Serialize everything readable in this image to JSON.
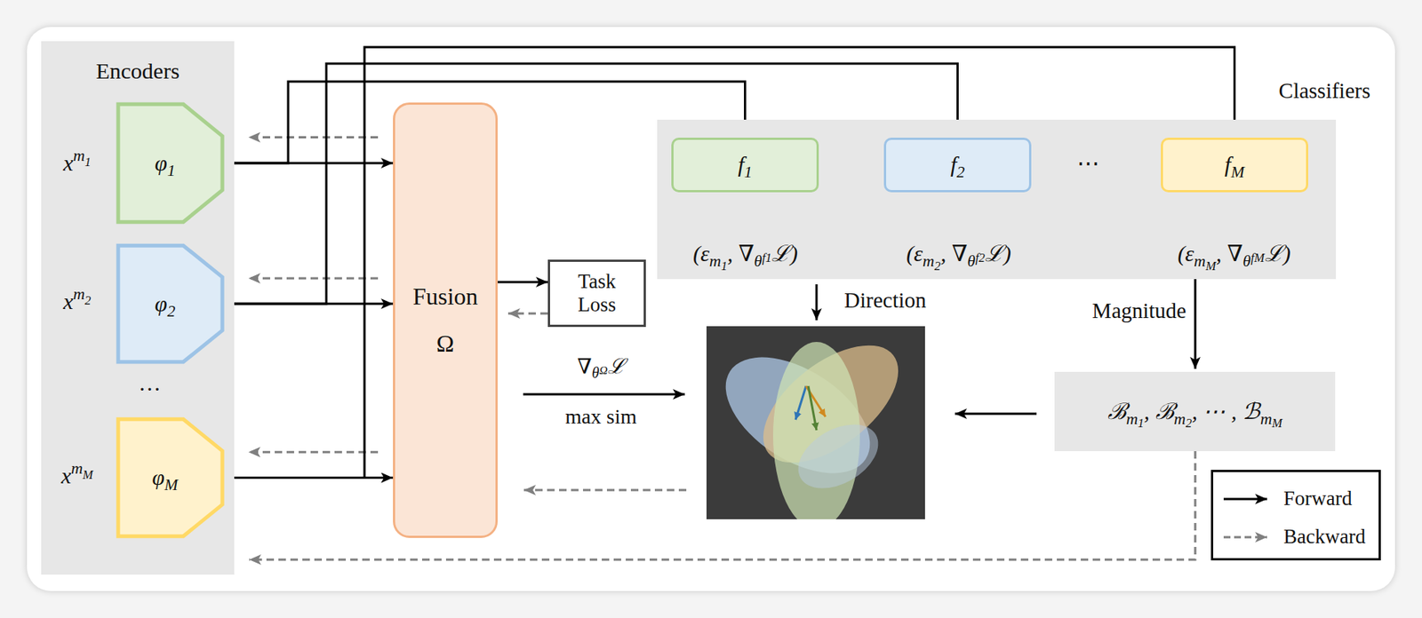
{
  "diagram": {
    "nodes": [
      {
        "text": [
          "Encoders"
        ]
      },
      {
        "text": [
          "φ1"
        ],
        "in": 0
      },
      {
        "text": [
          "φ2"
        ],
        "in": 0
      },
      {
        "text": [
          "φM"
        ],
        "in": 0
      },
      {
        "text": [
          "Fusion",
          "Ω"
        ]
      },
      {
        "text": [
          "Task Loss"
        ]
      },
      {
        "text": [
          "Classifiers"
        ]
      },
      {
        "text": [
          "f1"
        ],
        "in": 6
      },
      {
        "text": [
          "f2"
        ],
        "in": 6
      },
      {
        "text": [
          "fM"
        ],
        "in": 6
      },
      {
        "text": [
          "ℬm1, ℬm2, ⋯ , ℬmM"
        ]
      }
    ],
    "edges": [
      {
        "from": 1,
        "to": 4,
        "arrow": "to"
      },
      {
        "from": 2,
        "to": 4,
        "arrow": "to"
      },
      {
        "from": 3,
        "to": 4,
        "arrow": "to"
      },
      {
        "from": 4,
        "to": 1,
        "arrow": "to"
      },
      {
        "from": 4,
        "to": 2,
        "arrow": "to"
      },
      {
        "from": 4,
        "to": 3,
        "arrow": "to"
      },
      {
        "from": 1,
        "to": 7,
        "arrow": "to"
      },
      {
        "from": 2,
        "to": 8,
        "arrow": "to"
      },
      {
        "from": 3,
        "to": 9,
        "arrow": "to"
      },
      {
        "from": 4,
        "to": 5,
        "arrow": "to"
      },
      {
        "from": 5,
        "to": 4,
        "arrow": "to"
      },
      {
        "from": 6,
        "to": 10,
        "arrow": "to",
        "label": "Magnitude"
      },
      {
        "from": 10,
        "to": 0,
        "arrow": "to"
      }
    ],
    "labels": [
      "xm1",
      "xm2",
      "xmM",
      "…",
      "⋯",
      "(εm1, ∇θf1ℒ)",
      "(εm2, ∇θf2ℒ)",
      "(εmM, ∇θfMℒ)",
      "Direction",
      "∇θΩℒ",
      "max sim"
    ],
    "legend": [
      {
        "text": "Forward"
      },
      {
        "text": "Backward"
      }
    ]
  }
}
